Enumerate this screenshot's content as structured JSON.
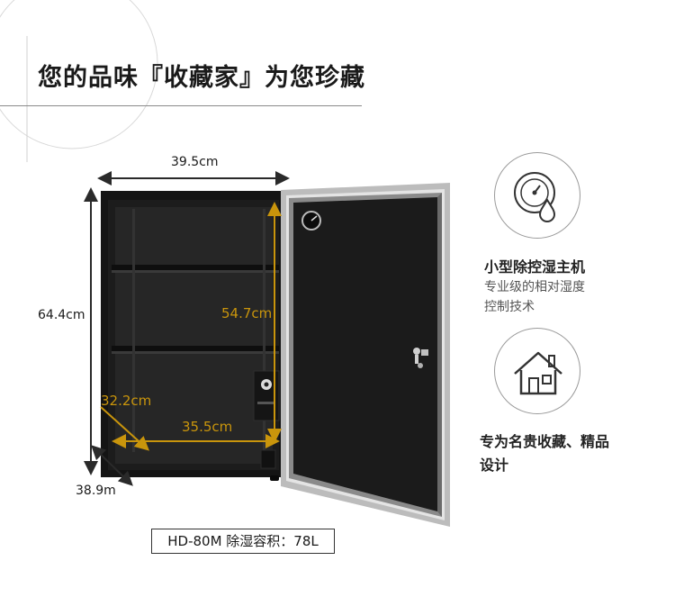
{
  "headline": "您的品味『收藏家』为您珍藏",
  "dimensions": {
    "width_top": "39.5cm",
    "height_left": "64.4cm",
    "depth_bottom": "38.9m",
    "interior_height": "54.7cm",
    "interior_depth": "32.2cm",
    "interior_width": "35.5cm"
  },
  "features": [
    {
      "icon": "gauge-drop-icon",
      "title": "小型除控湿主机",
      "desc_lines": [
        "专业级的相对湿度",
        "控制技术"
      ]
    },
    {
      "icon": "house-icon",
      "title_lines": [
        "专为名贵收藏、精品",
        "设计"
      ]
    }
  ],
  "model_label": "HD-80M  除湿容积：78L",
  "colors": {
    "cabinet": "#141414",
    "door_frame": "#bfbfbf",
    "gold": "#c9950c",
    "arrow": "#2a2a2a"
  }
}
